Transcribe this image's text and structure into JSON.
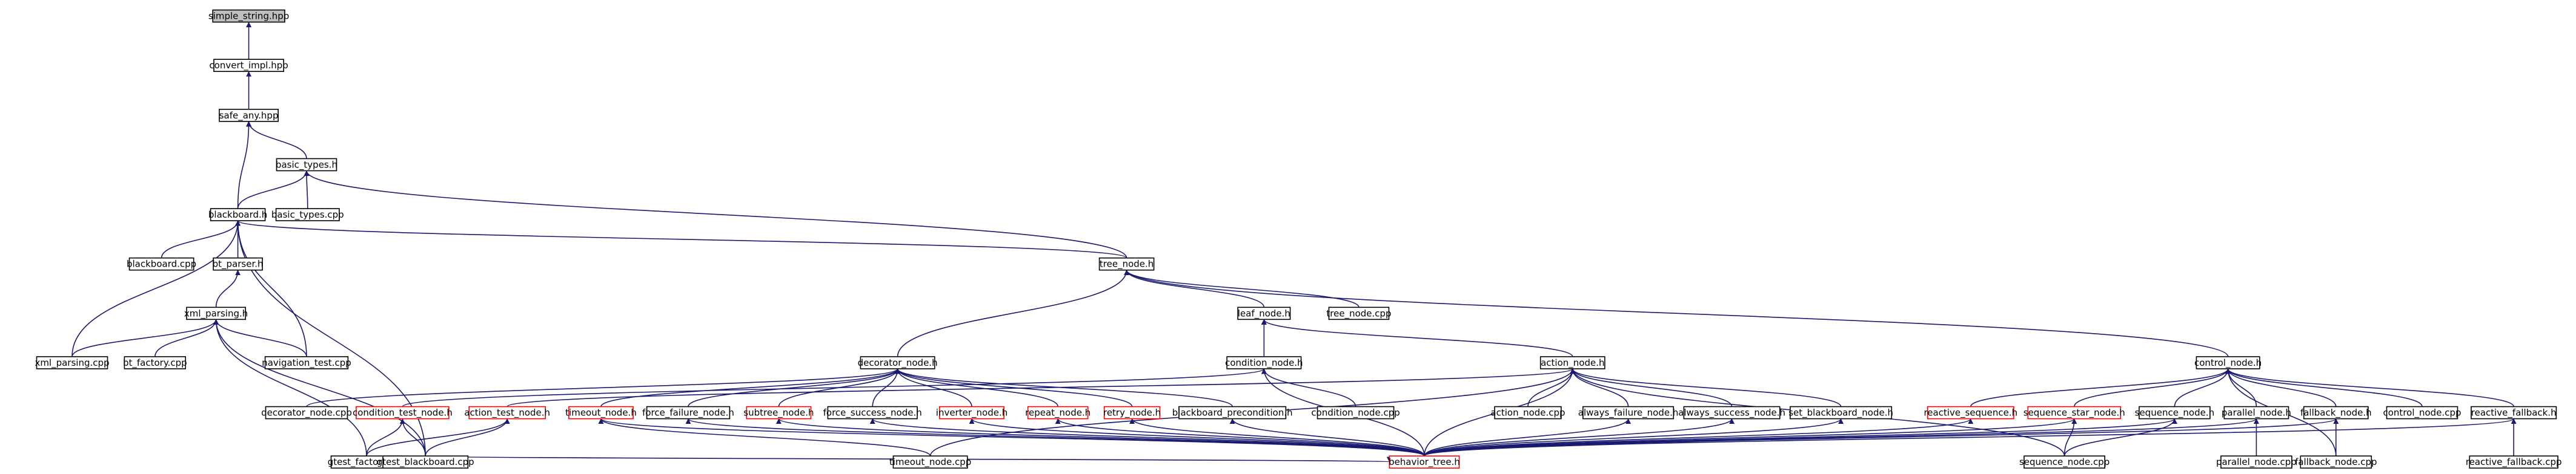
{
  "colors": {
    "background": "#ffffff",
    "node_border": "#000000",
    "node_border_truncated": "#ff0000",
    "root_fill": "#bfbfbf",
    "edge": "#191970",
    "text": "#000000"
  },
  "nodes": [
    {
      "id": "simple_string",
      "label": "simple_string.hpp",
      "root": true
    },
    {
      "id": "convert_impl",
      "label": "convert_impl.hpp"
    },
    {
      "id": "safe_any",
      "label": "safe_any.hpp"
    },
    {
      "id": "basic_types_h",
      "label": "basic_types.h"
    },
    {
      "id": "blackboard_h",
      "label": "blackboard.h"
    },
    {
      "id": "basic_types_cpp",
      "label": "basic_types.cpp"
    },
    {
      "id": "blackboard_cpp",
      "label": "blackboard.cpp"
    },
    {
      "id": "bt_parser",
      "label": "bt_parser.h"
    },
    {
      "id": "xml_parsing_h",
      "label": "xml_parsing.h"
    },
    {
      "id": "xml_parsing_cpp",
      "label": "xml_parsing.cpp"
    },
    {
      "id": "bt_factory_cpp",
      "label": "bt_factory.cpp"
    },
    {
      "id": "navigation_test",
      "label": "navigation_test.cpp"
    },
    {
      "id": "tree_node_h",
      "label": "tree_node.h"
    },
    {
      "id": "tree_node_cpp",
      "label": "tree_node.cpp"
    },
    {
      "id": "leaf_node_h",
      "label": "leaf_node.h"
    },
    {
      "id": "condition_node_h",
      "label": "condition_node.h"
    },
    {
      "id": "condition_node_cpp",
      "label": "condition_node.cpp"
    },
    {
      "id": "decorator_node_h",
      "label": "decorator_node.h"
    },
    {
      "id": "decorator_node_cpp",
      "label": "decorator_node.cpp"
    },
    {
      "id": "condition_test_node",
      "label": "condition_test_node.h",
      "truncated": true
    },
    {
      "id": "action_test_node",
      "label": "action_test_node.h",
      "truncated": true
    },
    {
      "id": "timeout_node_h",
      "label": "timeout_node.h",
      "truncated": true
    },
    {
      "id": "force_failure",
      "label": "force_failure_node.h"
    },
    {
      "id": "subtree_node",
      "label": "subtree_node.h",
      "truncated": true
    },
    {
      "id": "force_success",
      "label": "force_success_node.h"
    },
    {
      "id": "inverter_node",
      "label": "inverter_node.h",
      "truncated": true
    },
    {
      "id": "repeat_node",
      "label": "repeat_node.h",
      "truncated": true
    },
    {
      "id": "retry_node",
      "label": "retry_node.h",
      "truncated": true
    },
    {
      "id": "blackboard_precondition",
      "label": "blackboard_precondition.h"
    },
    {
      "id": "gtest_factory",
      "label": "gtest_factory.cpp"
    },
    {
      "id": "gtest_blackboard",
      "label": "gtest_blackboard.cpp"
    },
    {
      "id": "timeout_node_cpp",
      "label": "timeout_node.cpp"
    },
    {
      "id": "behavior_tree",
      "label": "behavior_tree.h",
      "truncated": true
    },
    {
      "id": "action_node_h",
      "label": "action_node.h"
    },
    {
      "id": "action_node_cpp",
      "label": "action_node.cpp"
    },
    {
      "id": "always_failure",
      "label": "always_failure_node.h"
    },
    {
      "id": "always_success",
      "label": "always_success_node.h"
    },
    {
      "id": "set_blackboard",
      "label": "set_blackboard_node.h"
    },
    {
      "id": "sequence_node_cpp",
      "label": "sequence_node.cpp"
    },
    {
      "id": "control_node_h",
      "label": "control_node.h"
    },
    {
      "id": "reactive_sequence",
      "label": "reactive_sequence.h",
      "truncated": true
    },
    {
      "id": "sequence_star",
      "label": "sequence_star_node.h",
      "truncated": true
    },
    {
      "id": "sequence_node_h",
      "label": "sequence_node.h"
    },
    {
      "id": "parallel_node_h",
      "label": "parallel_node.h"
    },
    {
      "id": "parallel_node_cpp",
      "label": "parallel_node.cpp"
    },
    {
      "id": "fallback_node_h",
      "label": "fallback_node.h"
    },
    {
      "id": "fallback_node_cpp",
      "label": "fallback_node.cpp"
    },
    {
      "id": "control_node_cpp",
      "label": "control_node.cpp"
    },
    {
      "id": "reactive_fallback_h",
      "label": "reactive_fallback.h"
    },
    {
      "id": "reactive_fallback_cpp",
      "label": "reactive_fallback.cpp"
    }
  ],
  "edges": [
    [
      "convert_impl",
      "simple_string"
    ],
    [
      "safe_any",
      "convert_impl"
    ],
    [
      "basic_types_h",
      "safe_any"
    ],
    [
      "blackboard_h",
      "safe_any"
    ],
    [
      "blackboard_h",
      "basic_types_h"
    ],
    [
      "basic_types_cpp",
      "basic_types_h"
    ],
    [
      "tree_node_h",
      "basic_types_h"
    ],
    [
      "blackboard_cpp",
      "blackboard_h"
    ],
    [
      "bt_parser",
      "blackboard_h"
    ],
    [
      "xml_parsing_cpp",
      "blackboard_h"
    ],
    [
      "navigation_test",
      "blackboard_h"
    ],
    [
      "gtest_blackboard",
      "blackboard_h"
    ],
    [
      "tree_node_h",
      "blackboard_h"
    ],
    [
      "xml_parsing_h",
      "bt_parser"
    ],
    [
      "xml_parsing_cpp",
      "xml_parsing_h"
    ],
    [
      "bt_factory_cpp",
      "xml_parsing_h"
    ],
    [
      "navigation_test",
      "xml_parsing_h"
    ],
    [
      "gtest_factory",
      "xml_parsing_h"
    ],
    [
      "gtest_blackboard",
      "xml_parsing_h"
    ],
    [
      "tree_node_cpp",
      "tree_node_h"
    ],
    [
      "leaf_node_h",
      "tree_node_h"
    ],
    [
      "decorator_node_h",
      "tree_node_h"
    ],
    [
      "control_node_h",
      "tree_node_h"
    ],
    [
      "condition_node_h",
      "leaf_node_h"
    ],
    [
      "action_node_h",
      "leaf_node_h"
    ],
    [
      "condition_node_cpp",
      "condition_node_h"
    ],
    [
      "condition_test_node",
      "condition_node_h"
    ],
    [
      "behavior_tree",
      "condition_node_h"
    ],
    [
      "decorator_node_cpp",
      "decorator_node_h"
    ],
    [
      "timeout_node_h",
      "decorator_node_h"
    ],
    [
      "force_failure",
      "decorator_node_h"
    ],
    [
      "subtree_node",
      "decorator_node_h"
    ],
    [
      "force_success",
      "decorator_node_h"
    ],
    [
      "inverter_node",
      "decorator_node_h"
    ],
    [
      "repeat_node",
      "decorator_node_h"
    ],
    [
      "retry_node",
      "decorator_node_h"
    ],
    [
      "blackboard_precondition",
      "decorator_node_h"
    ],
    [
      "gtest_factory",
      "condition_test_node"
    ],
    [
      "gtest_blackboard",
      "condition_test_node"
    ],
    [
      "gtest_factory",
      "action_test_node"
    ],
    [
      "gtest_blackboard",
      "action_test_node"
    ],
    [
      "timeout_node_cpp",
      "timeout_node_h"
    ],
    [
      "behavior_tree",
      "timeout_node_h"
    ],
    [
      "behavior_tree",
      "force_failure"
    ],
    [
      "behavior_tree",
      "subtree_node"
    ],
    [
      "behavior_tree",
      "force_success"
    ],
    [
      "behavior_tree",
      "inverter_node"
    ],
    [
      "behavior_tree",
      "repeat_node"
    ],
    [
      "behavior_tree",
      "retry_node"
    ],
    [
      "behavior_tree",
      "blackboard_precondition"
    ],
    [
      "gtest_blackboard",
      "behavior_tree"
    ],
    [
      "action_node_cpp",
      "action_node_h"
    ],
    [
      "always_failure",
      "action_node_h"
    ],
    [
      "always_success",
      "action_node_h"
    ],
    [
      "set_blackboard",
      "action_node_h"
    ],
    [
      "sequence_node_cpp",
      "action_node_h"
    ],
    [
      "action_test_node",
      "action_node_h"
    ],
    [
      "timeout_node_cpp",
      "action_node_h"
    ],
    [
      "behavior_tree",
      "action_node_h"
    ],
    [
      "behavior_tree",
      "always_failure"
    ],
    [
      "behavior_tree",
      "always_success"
    ],
    [
      "behavior_tree",
      "set_blackboard"
    ],
    [
      "reactive_sequence",
      "control_node_h"
    ],
    [
      "sequence_star",
      "control_node_h"
    ],
    [
      "sequence_node_h",
      "control_node_h"
    ],
    [
      "parallel_node_h",
      "control_node_h"
    ],
    [
      "fallback_node_h",
      "control_node_h"
    ],
    [
      "control_node_cpp",
      "control_node_h"
    ],
    [
      "reactive_fallback_h",
      "control_node_h"
    ],
    [
      "fallback_node_cpp",
      "control_node_h"
    ],
    [
      "behavior_tree",
      "reactive_sequence"
    ],
    [
      "behavior_tree",
      "sequence_star"
    ],
    [
      "behavior_tree",
      "sequence_node_h"
    ],
    [
      "sequence_node_cpp",
      "sequence_node_h"
    ],
    [
      "sequence_node_cpp",
      "sequence_star"
    ],
    [
      "behavior_tree",
      "parallel_node_h"
    ],
    [
      "parallel_node_cpp",
      "parallel_node_h"
    ],
    [
      "behavior_tree",
      "fallback_node_h"
    ],
    [
      "fallback_node_cpp",
      "fallback_node_h"
    ],
    [
      "behavior_tree",
      "reactive_fallback_h"
    ],
    [
      "reactive_fallback_cpp",
      "reactive_fallback_h"
    ]
  ]
}
